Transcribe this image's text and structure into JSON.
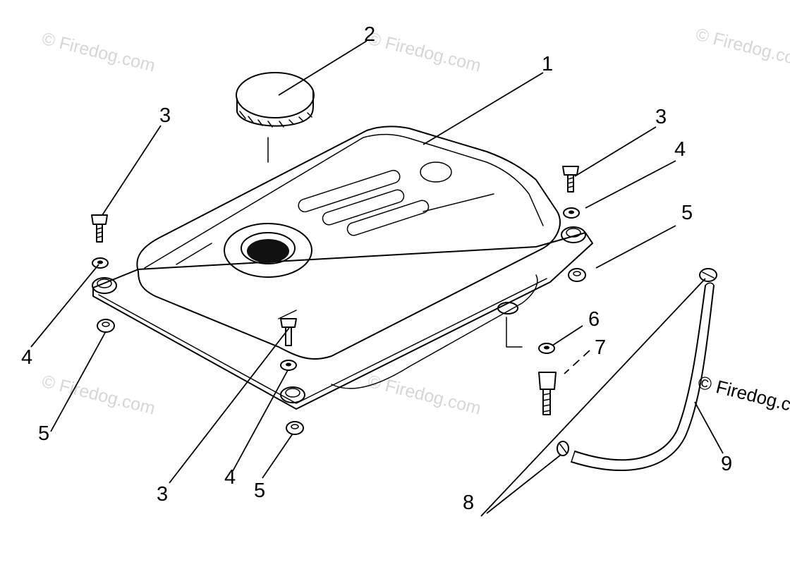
{
  "diagram": {
    "callouts": [
      "1",
      "2",
      "3",
      "3",
      "3",
      "4",
      "4",
      "4",
      "5",
      "5",
      "5",
      "6",
      "7",
      "8",
      "9"
    ],
    "watermark": "© Firedog.com",
    "watermark_partial": "© Firedog.c"
  }
}
